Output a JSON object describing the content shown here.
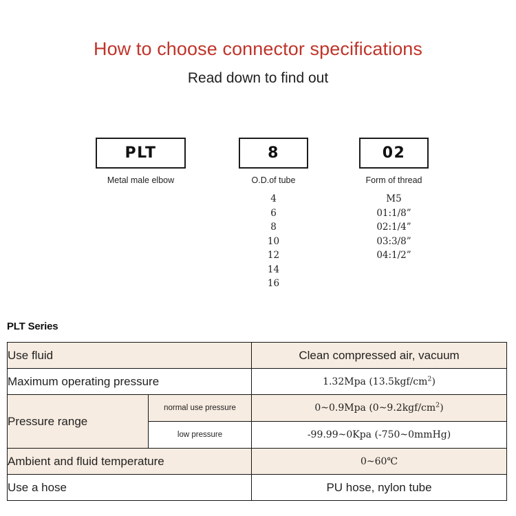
{
  "header": {
    "title": "How to choose connector specifications",
    "subtitle": "Read down to find out",
    "title_color": "#c0342a"
  },
  "code_breakdown": {
    "columns": [
      {
        "code": "PLT",
        "caption": "Metal male elbow",
        "options": []
      },
      {
        "code": "8",
        "caption": "O.D.of tube",
        "options": [
          "4",
          "6",
          "8",
          "10",
          "12",
          "14",
          "16"
        ]
      },
      {
        "code": "02",
        "caption": "Form of thread",
        "options": [
          "M5",
          "01:1/8”",
          "02:1/4”",
          "03:3/8”",
          "04:1/2”"
        ]
      }
    ]
  },
  "spec": {
    "series_label": "PLT Series",
    "shade_color": "#f7ece1",
    "rows": [
      {
        "label": "Use fluid",
        "value": "Clean compressed air, vacuum",
        "value_size": "large"
      },
      {
        "label": "Maximum operating pressure",
        "value_parts": {
          "pre": "1.32Mpa  (13.5kgf/cm",
          "sup": "2",
          "post": ")"
        },
        "value_size": "small"
      },
      {
        "label": "Pressure range",
        "sub_label": "normal use pressure",
        "value_parts": {
          "pre": "0~0.9Mpa  (0~9.2kgf/cm",
          "sup": "2",
          "post": ")"
        },
        "value_size": "small"
      },
      {
        "sub_label": "low pressure",
        "value": "-99.99~0Kpa  (-750~0mmHg)",
        "value_size": "small"
      },
      {
        "label": "Ambient and fluid temperature",
        "value": "0~60℃",
        "value_size": "small"
      },
      {
        "label": "Use a hose",
        "value": "PU hose, nylon tube",
        "value_size": "large"
      }
    ]
  }
}
